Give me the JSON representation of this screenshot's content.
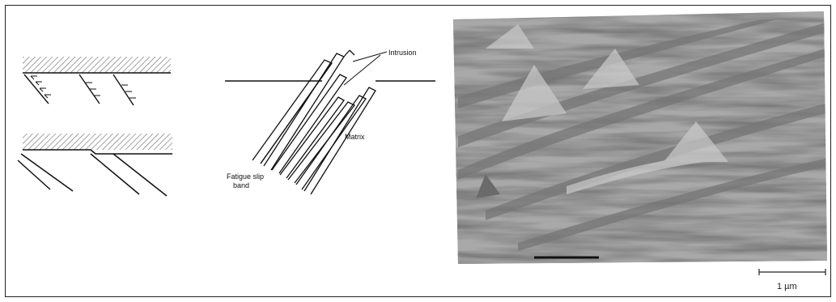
{
  "labels": {
    "intrusion": "Intrusion",
    "matrix": "Matrix",
    "fatigue_slip_band_line1": "Fatigue slip",
    "fatigue_slip_band_line2": "band",
    "scale_bar": "1 µm"
  },
  "colors": {
    "line": "#111111",
    "hatch": "#555555",
    "micrograph_dark": "#2a2a2a",
    "micrograph_light": "#e8e8e8"
  }
}
